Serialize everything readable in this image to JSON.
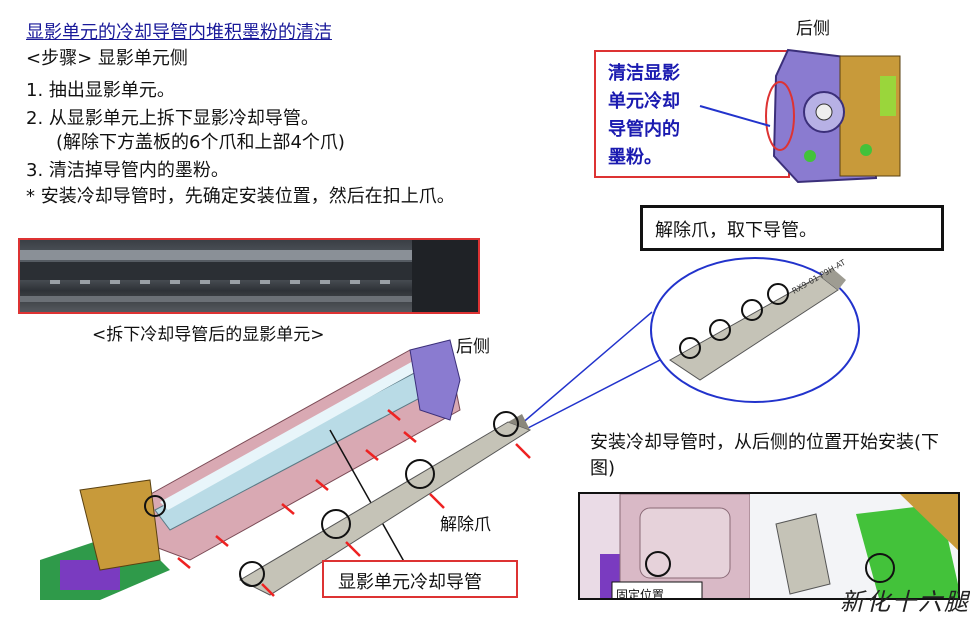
{
  "document": {
    "title": "显影单元的冷却导管内堆积墨粉的清洁",
    "procedure_header": "<步骤>  显影单元侧",
    "steps": [
      "1. 抽出显影单元。",
      "2. 从显影单元上拆下显影冷却导管。",
      "(解除下方盖板的6个爪和上部4个爪)",
      "3. 清洁掉导管内的墨粉。",
      "* 安装冷却导管时，先确定安装位置，然后在扣上爪。"
    ],
    "label_rear_top": "后侧",
    "label_rear_mid": "后侧",
    "caption_photo": "<拆下冷却导管后的显影单元>",
    "callout_clean": [
      "清洁显影",
      "单元冷却",
      "导管内的",
      "墨粉。"
    ],
    "release_box": "解除爪，取下导管。",
    "release_claw": "解除爪",
    "duct_label": "显影单元冷却导管",
    "install_note": "安装冷却导管时，从后侧的位置开始安装(下图)",
    "fixed_position": "固定位置",
    "duct_print": "RX9-01 P9H-AT",
    "watermark": "新化十六腿"
  },
  "colors": {
    "title": "#1a1a9a",
    "callout_text": "#1a1ab0",
    "border_red": "#dd3333",
    "arrow_red": "#ee2222",
    "callout_blue_line": "#2233cc",
    "frame_purple": "#8a7bd0",
    "gold": "#c89a3a",
    "green": "#43c23a"
  }
}
